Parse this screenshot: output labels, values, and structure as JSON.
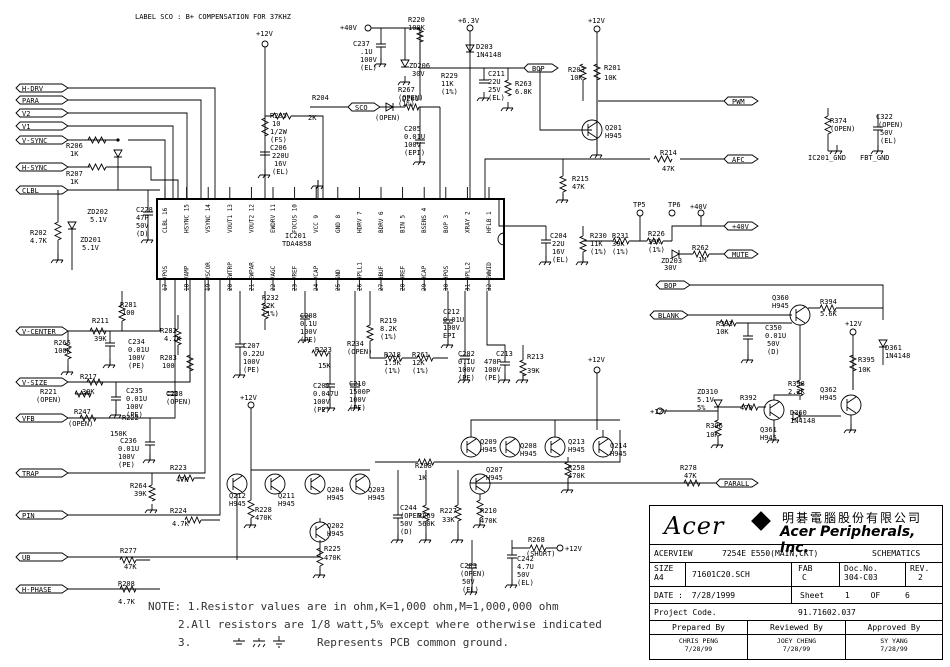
{
  "header_label": "LABEL SCO : B+ COMPENSATION FOR 37KHZ",
  "ic": {
    "ref": "IC201",
    "part": "TDA4858"
  },
  "ic_pins_top": [
    "CLBL 16",
    "HSYNC 15",
    "VSYNC 14",
    "VOUT1 13",
    "VOUT2 12",
    "EWDRV 11",
    "FOCUS 10",
    "VCC 9",
    "GND 8",
    "HDRV 7",
    "BDRV 6",
    "BIN 5",
    "BSENS 4",
    "BOP 3",
    "XRAY 2",
    "HFLB 1"
  ],
  "ic_pins_bottom": [
    "17 VPOS",
    "18 VAMP",
    "19 VSCOR",
    "20 EWTRP",
    "21 EWPAR",
    "22 VAGC",
    "23 VREF",
    "24 VCAP",
    "25 GND",
    "26 HPLL1",
    "27 HBUF",
    "28 HREF",
    "29 HCAP",
    "30 HPOS",
    "31 HPLL2",
    "32 EWWID"
  ],
  "connectors": {
    "h_drv": "H-DRV",
    "para": "PARA",
    "v2": "V2",
    "v1": "V1",
    "v_sync": "V-SYNC",
    "h_sync": "H-SYNC",
    "clbl": "CLBL",
    "v_center": "V-CENTER",
    "v_size": "V-SIZE",
    "vfb": "VFB",
    "trap": "TRAP",
    "pin": "PIN",
    "ub": "UB",
    "h_phase": "H-PHASE",
    "sco": "SCO",
    "bop": "BOP",
    "pwm": "PWM",
    "afc": "AFC",
    "p40v_out": "+40V",
    "mute": "MUTE",
    "bop2": "BOP",
    "blank": "BLANK",
    "parall": "PARALL",
    "p12v_out": "+12V",
    "p12v_in": "+12V"
  },
  "rails": {
    "p12v": "+12V",
    "p40v": "+40V",
    "p63v": "+6.3V"
  },
  "components": {
    "c237": "C237",
    "c237_v": ".1U",
    "c237_v2": "100V",
    "c237_v3": "(EL)",
    "r220": "R220",
    "r220_v": "100K",
    "zd206": "ZD206",
    "zd206_v": "30V",
    "r229": "R229",
    "r229_v": "11K",
    "r229_t": "(1%)",
    "d203": "D203",
    "d203_v": "1N4148",
    "c211": "C211",
    "c211_v": "22U",
    "c211_v2": "25V",
    "c211_v3": "(EL)",
    "r263": "R263",
    "r263_v": "6.8K",
    "r203": "R203",
    "r203_v": "10K",
    "r201": "R201",
    "r201_v": "10K",
    "q201": "Q201",
    "q201_v": "H945",
    "r204": "R204",
    "r204_v": "2K",
    "r205": "R205",
    "r205_v": "10",
    "r205_v2": "1/2W",
    "r205_v3": "(FS)",
    "c206": "C206",
    "c206_v": "220U",
    "c206_v2": "16V",
    "c206_v3": "(EL)",
    "r267": "R267",
    "r267_v": "(OPEN)",
    "r267_t": "(1%)",
    "d201": "D201",
    "d201_v": "(OPEN)",
    "c205": "C205",
    "c205_v": "0.01U",
    "c205_v2": "100V",
    "c205_v3": "(EPI)",
    "r214": "R214",
    "r214_v": "47K",
    "r215": "R215",
    "r215_v": "47K",
    "r206": "R206",
    "r206_v": "1K",
    "r207": "R207",
    "r207_v": "1K",
    "zd202": "ZD202",
    "zd202_v": "5.1V",
    "zd201": "ZD201",
    "zd201_v": "5.1V",
    "c228": "C228",
    "c228_v": "47P",
    "c228_v2": "50V",
    "c228_v3": "(D)",
    "r202": "R202",
    "r202_v": "4.7K",
    "c204": "C204",
    "c204_v": "22U",
    "c204_v2": "16V",
    "c204_v3": "(EL)",
    "r230": "R230",
    "r230_v": "11K",
    "r230_t": "(1%)",
    "r231": "R231",
    "r231_v": "39K",
    "r231_t": "(1%)",
    "r226": "R226",
    "r226_v": "39K",
    "r226_t": "(1%)",
    "tp5": "TP5",
    "tp6": "TP6",
    "zd203": "ZD203",
    "zd203_v": "30V",
    "r262": "R262",
    "r262_v": "1M",
    "r374": "R374",
    "r374_v": "(OPEN)",
    "c322": "C322",
    "c322_v": "(OPEN)",
    "c322_v2": "50V",
    "c322_v3": "(EL)",
    "ic201_gnd": "IC201_GND",
    "fbt_gnd": "FBT_GND",
    "r281": "R281",
    "r281_v": "100",
    "r211": "R211",
    "r211_v": "39K",
    "r265": "R265",
    "r265_v": "100K",
    "c234": "C234",
    "c234_v": "0.01U",
    "c234_v2": "100V",
    "c234_v3": "(PE)",
    "r282": "R282",
    "r282_v": "4.7K",
    "r283": "R283",
    "r283_v": "100",
    "c207": "C207",
    "c207_v": "0.22U",
    "c207_v2": "100V",
    "c207_v3": "(PE)",
    "r232": "R232",
    "r232_v": "22K",
    "r232_t": "(1%)",
    "c208": "C208",
    "c208_v": "0.1U",
    "c208_v2": "100V",
    "c208_v3": "(PE)",
    "r219": "R219",
    "r219_v": "8.2K",
    "r219_t": "(1%)",
    "c212": "C212",
    "c212_v": "0.01U",
    "c212_v2": "100V",
    "c212_v3": "EPI",
    "r234": "R234",
    "r234_v": "(OPEN)",
    "r233": "R233",
    "r233_v": "15K",
    "r218": "R218",
    "r218_v": "1.5K",
    "r218_t": "(1%)",
    "r261": "R261",
    "r261_v": "12K",
    "r261_t": "(1%)",
    "c202": "C202",
    "c202_v": "0.1U",
    "c202_v2": "100V",
    "c202_v3": "(PE)",
    "c213": "C213",
    "c213_v": "470P",
    "c213_v2": "100V",
    "c213_v3": "(PE)",
    "r213": "R213",
    "r213_v": "39K",
    "c209": "C209",
    "c209_v": "0.047U",
    "c209_v2": "100V",
    "c209_v3": "(PE)",
    "c210": "C210",
    "c210_v": "1500P",
    "c210_v2": "100V",
    "c210_v3": "(PE)",
    "r217": "R217",
    "r217_v": "39K",
    "r221": "R221",
    "r221_v": "(OPEN)",
    "c235": "C235",
    "c235_v": "0.01U",
    "c235_v2": "100V",
    "c235_v3": "(PE)",
    "c238": "C238",
    "c238_v": "(OPEN)",
    "r247": "R247",
    "r247_v": "(OPEN)",
    "r222": "R222",
    "r222_v": "150K",
    "c236": "C236",
    "c236_v": "0.01U",
    "c236_v2": "100V",
    "c236_v3": "(PE)",
    "r223": "R223",
    "r223_v": "47K",
    "r264": "R264",
    "r264_v": "39K",
    "r224": "R224",
    "r224_v": "4.7K",
    "r277": "R277",
    "r277_v": "47K",
    "r208": "R208",
    "r208_v": "4.7K",
    "q212": "Q212",
    "q212_v": "H945",
    "q211": "Q211",
    "q211_v": "H945",
    "q204": "Q204",
    "q204_v": "H945",
    "q203": "Q203",
    "q203_v": "H945",
    "q202": "Q202",
    "q202_v": "H945",
    "r228": "R228",
    "r228_v": "470K",
    "r225": "R225",
    "r225_v": "470K",
    "r288": "R288",
    "r288_v": "1K",
    "q209": "Q209",
    "q209_v": "H945",
    "q208": "Q208",
    "q208_v": "H945",
    "q213": "Q213",
    "q213_v": "H945",
    "q214": "Q214",
    "q214_v": "H945",
    "q207": "Q207",
    "q207_v": "H945",
    "r258": "R258",
    "r258_v": "470K",
    "r210": "R210",
    "r210_v": "470K",
    "c244": "C244",
    "c244_v": "(OPEN)",
    "c244_v2": "50V",
    "c244_v3": "(D)",
    "r269": "R269",
    "r269_v": "560K",
    "r227": "R227",
    "r227_v": "33K",
    "c203": "C203",
    "c203_v": "(OPEN)",
    "c203_v2": "50V",
    "c203_v3": "(EL)",
    "c242": "C242",
    "c242_v": "4.7U",
    "c242_v2": "50V",
    "c242_v3": "(EL)",
    "r268": "R268",
    "r268_v": "(SHORT)",
    "r278": "R278",
    "r278_v": "47K",
    "q360": "Q360",
    "q360_v": "H945",
    "r394": "R394",
    "r394_v": "5.6K",
    "r393": "R393",
    "r393_v": "10K",
    "c350": "C350",
    "c350_v": "0.01U",
    "c350_v2": "50V",
    "c350_v3": "(D)",
    "d361": "D361",
    "d361_v": "1N4148",
    "r395": "R395",
    "r395_v": "10K",
    "r398": "R398",
    "r398_v": "2.2K",
    "q362": "Q362",
    "q362_v": "H945",
    "zd310": "ZD310",
    "zd310_v": "5.1V",
    "zd310_v2": "5%",
    "r392": "R392",
    "r392_v": "470",
    "r396": "R396",
    "r396_v": "10K",
    "q361": "Q361",
    "q361_v": "H945",
    "d360": "D360",
    "d360_v": "1N4148"
  },
  "notes": {
    "n1": "NOTE: 1.Resistor values are in ohm,K=1,000 ohm,M=1,000,000 ohm",
    "n2": "2.All resistors are 1/8 watt,5% except where otherwise indicated",
    "n3": "3.",
    "n3b": "Represents PCB common ground."
  },
  "title_block": {
    "company_cn": "明碁電腦股份有限公司",
    "company_en": "Acer Peripherals, Inc.",
    "logo": "Acer",
    "model": "ACERVIEW",
    "project": "7254E E550(MAIN,CKT)",
    "doc_type": "SCHEMATICS",
    "size_label": "SIZE",
    "size": "A4",
    "file": "71601C20.SCH",
    "fab_label": "FAB",
    "fab": "C",
    "docno_label": "Doc.No.",
    "docno": "304-C03",
    "rev_label": "REV.",
    "rev": "2",
    "date_label": "DATE :",
    "date": "7/28/1999",
    "sheet_label": "Sheet",
    "sheet": "1",
    "of_label": "OF",
    "of": "6",
    "projcode_label": "Project Code.",
    "projcode": "91.71602.037",
    "prepared_label": "Prepared By",
    "prepared": "CHRIS PENG",
    "prepared_date": "7/28/99",
    "reviewed_label": "Reviewed By",
    "reviewed": "JOEY CHENG",
    "reviewed_date": "7/28/99",
    "approved_label": "Approved By",
    "approved": "SY YANG",
    "approved_date": "7/28/99"
  }
}
